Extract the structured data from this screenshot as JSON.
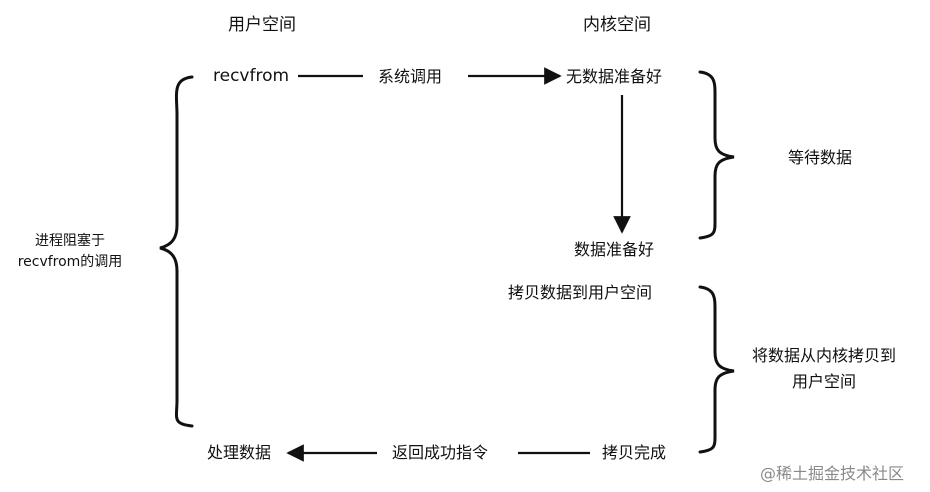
{
  "headers": {
    "user_space": "用户空间",
    "kernel_space": "内核空间"
  },
  "flow": {
    "recvfrom": "recvfrom",
    "syscall": "系统调用",
    "no_data": "无数据准备好",
    "data_ready": "数据准备好",
    "copy_to_user": "拷贝数据到用户空间",
    "copy_done": "拷贝完成",
    "return_ok": "返回成功指令",
    "process_data": "处理数据"
  },
  "annotations": {
    "blocked_line1": "进程阻塞于",
    "blocked_line2": "recvfrom的调用",
    "wait_data": "等待数据",
    "copy_line1": "将数据从内核拷贝到",
    "copy_line2": "用户空间"
  },
  "watermark": "@稀土掘金技术社区",
  "colors": {
    "ink": "#111111",
    "watermark": "#8a8a8a",
    "background": "#ffffff"
  }
}
